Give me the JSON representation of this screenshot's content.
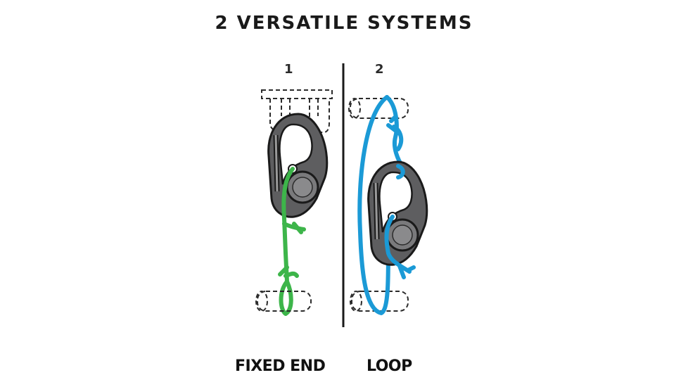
{
  "title": "2 VERSATILE SYSTEMS",
  "systems": [
    {
      "number": "1",
      "caption": "FIXED END",
      "cord_color": "#3db54a"
    },
    {
      "number": "2",
      "caption": "LOOP",
      "cord_color": "#1b9ad6"
    }
  ],
  "colors": {
    "clip_body": "#5e5e60",
    "clip_outline": "#1a1a1a",
    "divider": "#1a1a1a"
  },
  "icons": {
    "clip": "carabiner-clip-icon",
    "anchor": "dashed-anchor-icon"
  }
}
